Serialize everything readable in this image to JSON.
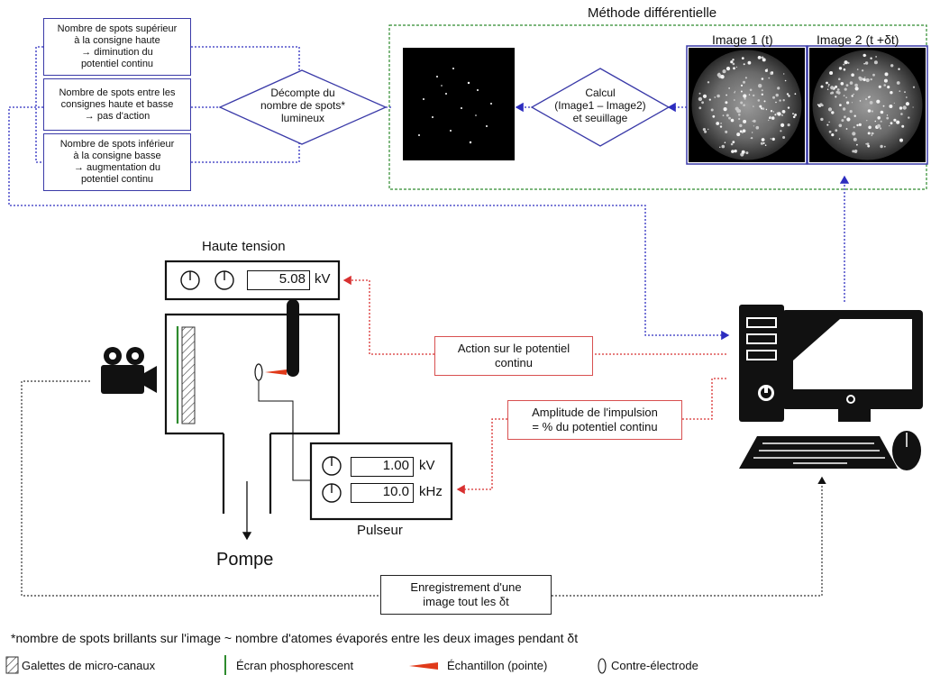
{
  "title": "Méthode différentielle",
  "rules": [
    {
      "line1": "Nombre de spots supérieur",
      "line2": "à la consigne haute",
      "line3": "→ diminution du",
      "line4": "potentiel continu"
    },
    {
      "line1": "Nombre de spots entre les",
      "line2": "consignes haute et basse",
      "line3": "→ pas d'action",
      "line4": ""
    },
    {
      "line1": "Nombre de spots inférieur",
      "line2": "à la consigne basse",
      "line3": "→ augmentation du",
      "line4": "potentiel continu"
    }
  ],
  "count_diamond": {
    "line1": "Décompte du",
    "line2": "nombre de spots*",
    "line3": "lumineux"
  },
  "calc_diamond": {
    "line1": "Calcul",
    "line2": "(Image1 – Image2)",
    "line3": "et seuillage"
  },
  "images": {
    "image1": "Image 1 (t)",
    "image2": "Image 2 (t +δt)"
  },
  "high_voltage": {
    "title": "Haute tension",
    "value": "5.08",
    "unit": "kV"
  },
  "pulser": {
    "title": "Pulseur",
    "amplitude": "1.00",
    "amplitude_unit": "kV",
    "frequency": "10.0",
    "frequency_unit": "kHz"
  },
  "pump_label": "Pompe",
  "action_box": {
    "line1": "Action sur le potentiel",
    "line2": "continu"
  },
  "amplitude_box": {
    "line1": "Amplitude de l'impulsion",
    "line2": "= % du potentiel continu"
  },
  "record_box": {
    "line1": "Enregistrement d'une",
    "line2": "image tout les δt"
  },
  "footnote": "*nombre de spots brillants sur l'image ~ nombre d'atomes évaporés entre les deux images pendant δt",
  "legend": {
    "mcp": "Galettes de micro-canaux",
    "screen": "Écran phosphorescent",
    "sample": "Échantillon (pointe)",
    "counter": "Contre-électrode"
  },
  "colors": {
    "blue": "#3a3aa8",
    "red": "#d85050",
    "green": "#2e8b2e"
  }
}
